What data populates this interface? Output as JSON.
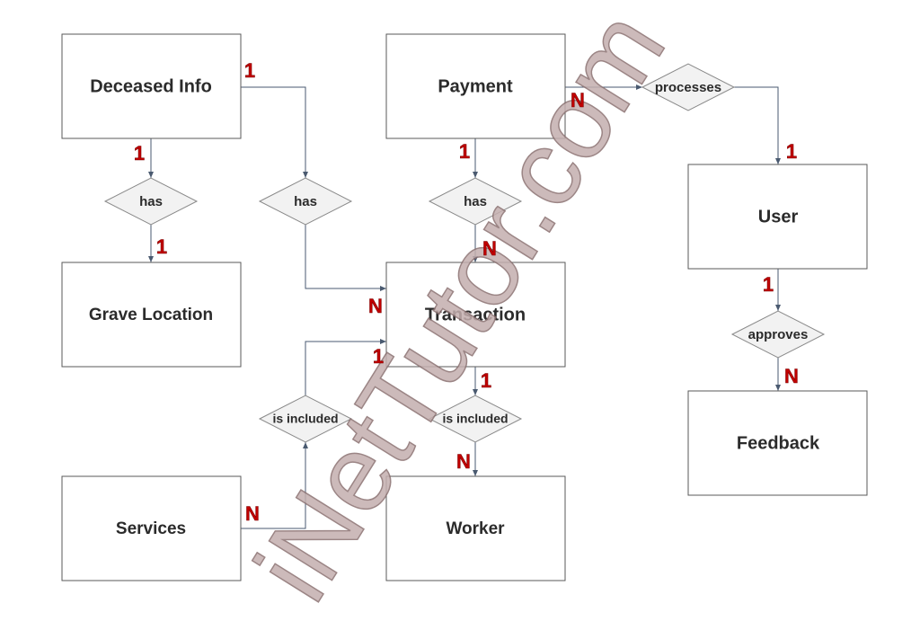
{
  "entities": {
    "deceased_info": "Deceased Info",
    "payment": "Payment",
    "user": "User",
    "grave_location": "Grave Location",
    "transaction": "Transaction",
    "feedback": "Feedback",
    "services": "Services",
    "worker": "Worker"
  },
  "relationships": {
    "deceased_grave": "has",
    "deceased_transaction": "has",
    "payment_transaction": "has",
    "payment_user": "processes",
    "user_feedback": "approves",
    "services_transaction": "is included",
    "transaction_worker": "is included"
  },
  "cardinalities": {
    "deceased_right": "1",
    "payment_right": "N",
    "user_top": "1",
    "deceased_bottom": "1",
    "grave_top": "1",
    "payment_bottom": "1",
    "transaction_top": "N",
    "transaction_left_upper": "N",
    "transaction_left_lower": "1",
    "transaction_bottom": "1",
    "worker_top": "N",
    "services_right": "N",
    "user_bottom": "1",
    "feedback_top": "N"
  },
  "watermark": "iNetTutor.com"
}
